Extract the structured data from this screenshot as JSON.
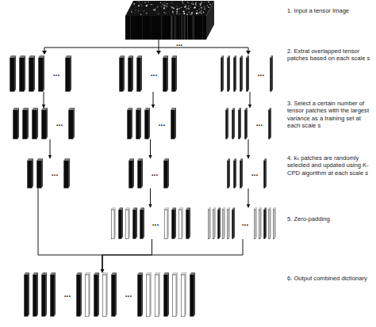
{
  "diagram": {
    "nodes": [
      {
        "text": [
          "..."
        ]
      },
      {
        "text": [
          "..."
        ]
      },
      {
        "text": [
          "..."
        ]
      },
      {
        "text": [
          "..."
        ]
      },
      {
        "text": [
          "..."
        ]
      },
      {
        "text": [
          "..."
        ]
      },
      {
        "text": [
          "..."
        ]
      },
      {
        "text": [
          "..."
        ]
      },
      {
        "text": [
          "..."
        ]
      },
      {
        "text": [
          "..."
        ]
      },
      {
        "text": [
          "..."
        ]
      },
      {
        "text": [
          "...",
          "..."
        ]
      }
    ],
    "edges": [
      {
        "from": 0,
        "to": 3,
        "arrow": "to"
      },
      {
        "from": 1,
        "to": 4,
        "arrow": "to"
      },
      {
        "from": 2,
        "to": 5,
        "arrow": "to"
      },
      {
        "from": 3,
        "to": 6,
        "arrow": "to"
      },
      {
        "from": 4,
        "to": 7,
        "arrow": "to"
      },
      {
        "from": 5,
        "to": 8,
        "arrow": "to"
      },
      {
        "from": 7,
        "to": 9,
        "arrow": "to"
      },
      {
        "from": 8,
        "to": 10,
        "arrow": "to"
      },
      {
        "from": 6,
        "to": 11,
        "arrow": "to"
      },
      {
        "from": 9,
        "to": 11,
        "arrow": "to"
      },
      {
        "from": 10,
        "to": 11,
        "arrow": "to"
      }
    ],
    "labels": [
      "1. Input a tensor Image",
      "...",
      "2. Extrat overlapped tensor patches based on each scale s",
      "3. Select a certain number of tensor patches with the largest variance as a training set at each scale s",
      "4. kₛ patches are randomly selected and updated using K-CPD algorithm at each scale s",
      "5. Zero-padding",
      "6. Output combined dictionary"
    ]
  }
}
